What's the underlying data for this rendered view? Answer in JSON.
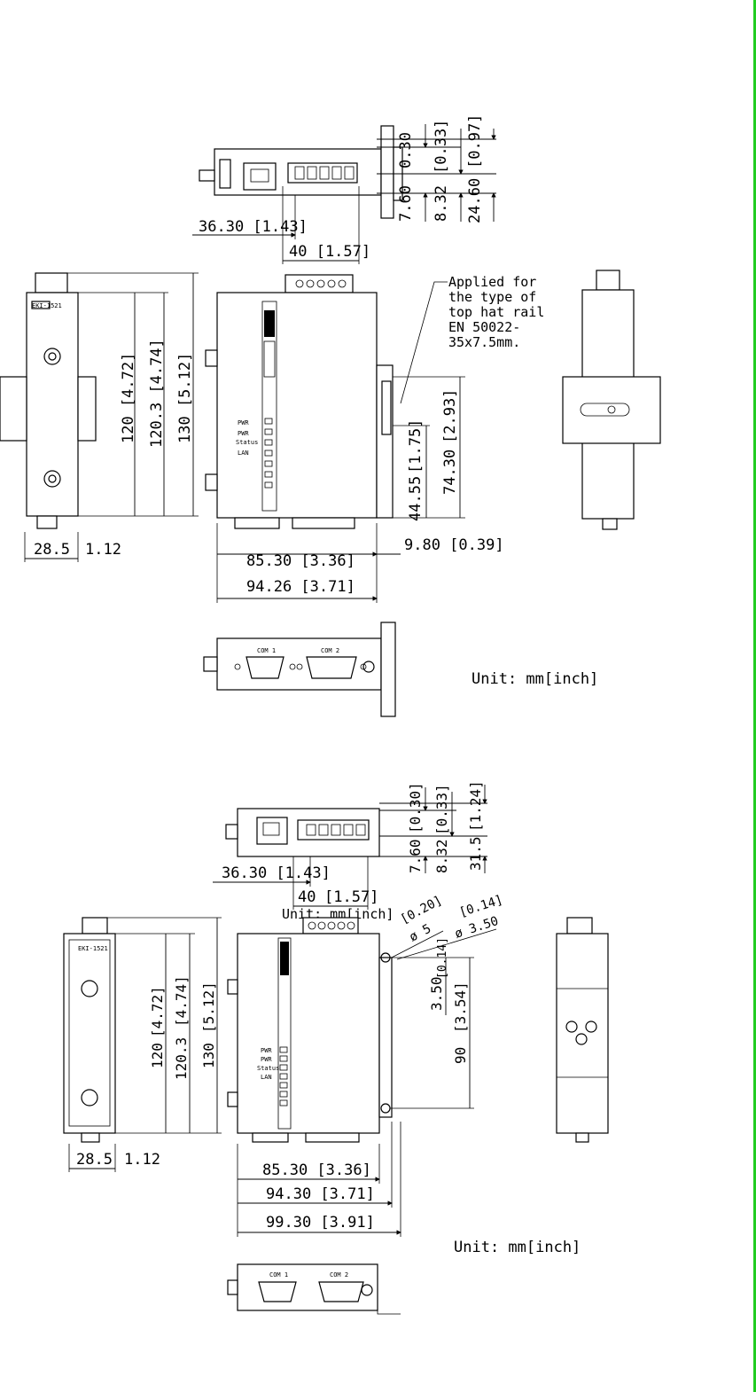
{
  "drawing": {
    "accent_color": "#22cc22",
    "upper": {
      "top_view": {
        "dims": [
          "36.30 [1.43]",
          "40 [1.57]"
        ],
        "side_dims": [
          "0.30",
          "[0.33]",
          "[0.97]",
          "7.60",
          "8.32",
          "24.60"
        ]
      },
      "left_view": {
        "dims": [
          "28.5",
          "1.12"
        ],
        "tag": "EKI-1521"
      },
      "front_view": {
        "dims": [
          "120 [4.72]",
          "120.3 [4.74]",
          "130 [5.12]",
          "85.30 [3.36]",
          "94.26 [3.71]"
        ],
        "leds": [
          "PWR",
          "PWR",
          "Status",
          "LAN"
        ]
      },
      "rail_note": [
        "Applied for",
        "the type of",
        "top hat rail",
        "EN 50022-",
        "35x7.5mm."
      ],
      "rail_dims": [
        "74.30",
        "[2.93]",
        "44.55",
        "[1.75]",
        "9.80 [0.39]"
      ],
      "unit_label": "Unit: mm[inch]"
    },
    "lower": {
      "top_view": {
        "dims": [
          "36.30 [1.43]",
          "40",
          "[1.57]"
        ],
        "side_dims": [
          "[0.30]",
          "[0.33]",
          "[1.24]",
          "7.60",
          "8.32",
          "31.5"
        ]
      },
      "overlap_unit": "Unit: mm[inch]",
      "hole_dims": [
        "[0.20]",
        "ø 5",
        "[0.14]",
        "ø 3.50",
        "[0.14]"
      ],
      "left_view": {
        "dims": [
          "28.5",
          "1.12"
        ],
        "tag": "EKI-1521"
      },
      "front_view": {
        "dims": [
          "120",
          "[4.72]",
          "120.3",
          "[4.74]",
          "130",
          "[5.12]",
          "85.30 [3.36]",
          "94.30 [3.71]",
          "99.30 [3.91]"
        ],
        "leds": [
          "PWR",
          "PWR",
          "Status",
          "LAN"
        ]
      },
      "side_dims": [
        "3.50",
        "90",
        "[3.54]"
      ],
      "unit_label": "Unit: mm[inch]"
    },
    "bottom_ports": [
      "COM 1",
      "COM 2"
    ]
  }
}
